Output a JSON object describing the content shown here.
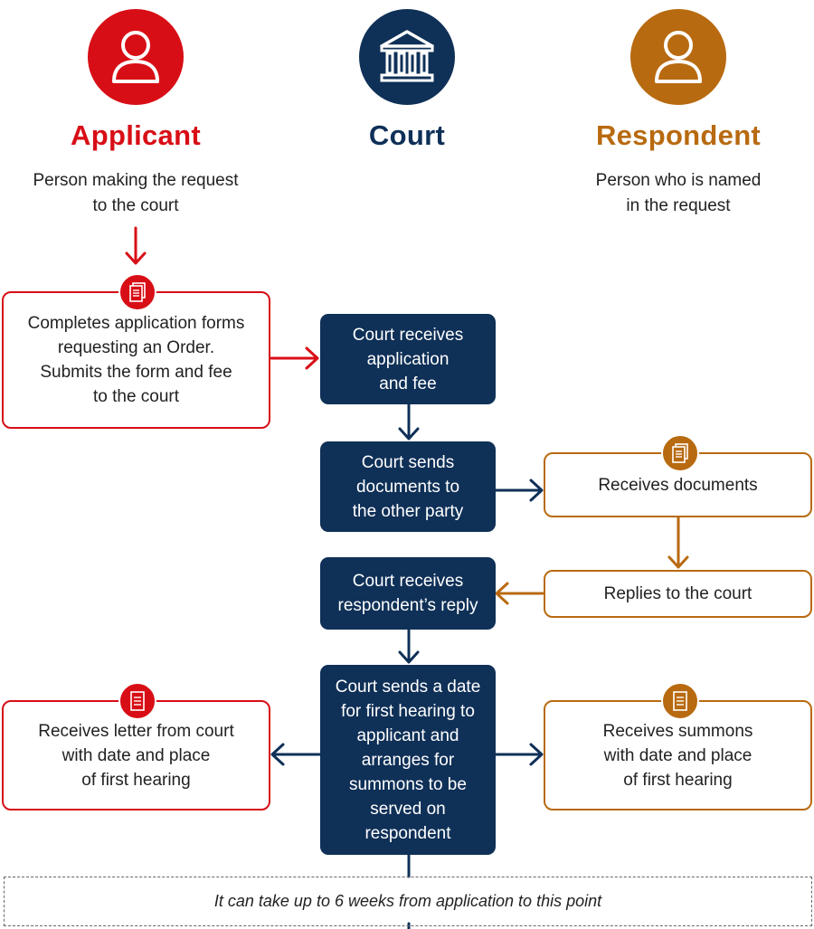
{
  "colors": {
    "applicant": "#d80e16",
    "court": "#0f3057",
    "respondent": "#b86a10"
  },
  "actors": {
    "applicant": {
      "title": "Applicant",
      "description": "Person making the request\nto the court",
      "icon": "person-icon"
    },
    "court": {
      "title": "Court",
      "icon": "courthouse-icon"
    },
    "respondent": {
      "title": "Respondent",
      "description": "Person who is named\nin the request",
      "icon": "person-icon"
    }
  },
  "steps": {
    "applicant_application": "Completes application forms\nrequesting an Order.\nSubmits the form and fee\nto the court",
    "court_receives_application": "Court receives\napplication\nand fee",
    "court_sends_documents": "Court sends\ndocuments to\nthe other party",
    "respondent_receives_documents": "Receives documents",
    "respondent_replies": "Replies to the court",
    "court_receives_reply": "Court receives\nrespondent’s reply",
    "court_sends_date": "Court sends a date\nfor first hearing to\napplicant and\narranges for\nsummons to be\nserved on\nrespondent",
    "applicant_receives_letter": "Receives letter from court\nwith date and place\nof first hearing",
    "respondent_receives_summons": "Receives summons\nwith date and place\nof first hearing"
  },
  "note": "It can take up to 6 weeks from application to this point"
}
